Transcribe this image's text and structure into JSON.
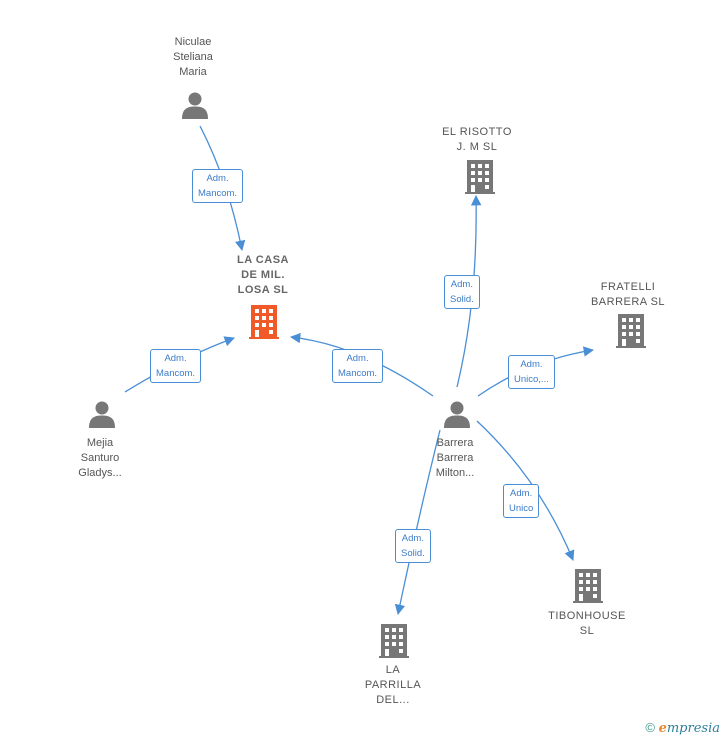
{
  "colors": {
    "edge": "#4a8fd6",
    "node": "#777777",
    "focus": "#f05a28"
  },
  "nodes": {
    "niculae": {
      "label": "Niculae\nSteliana\nMaria",
      "icon": "person-icon"
    },
    "la_casa": {
      "label": "LA CASA\nDE MIL.\nLOSA  SL",
      "icon": "building-icon"
    },
    "el_risotto": {
      "label": "EL RISOTTO\nJ.  M SL",
      "icon": "building-icon"
    },
    "fratelli": {
      "label": "FRATELLI\nBARRERA SL",
      "icon": "building-icon"
    },
    "mejia": {
      "label": "Mejia\nSanturo\nGladys...",
      "icon": "person-icon"
    },
    "barrera": {
      "label": "Barrera\nBarrera\nMilton...",
      "icon": "person-icon"
    },
    "tibonhouse": {
      "label": "TIBONHOUSE\nSL",
      "icon": "building-icon"
    },
    "la_parrilla": {
      "label": "LA\nPARRILLA\nDEL...",
      "icon": "building-icon"
    }
  },
  "edges": {
    "niculae_lacasa": "Adm.\nMancom.",
    "mejia_lacasa": "Adm.\nMancom.",
    "barrera_lacasa": "Adm.\nMancom.",
    "barrera_risotto": "Adm.\nSolid.",
    "barrera_fratelli": "Adm.\nUnico,...",
    "barrera_tibon": "Adm.\nUnico",
    "barrera_parrilla": "Adm.\nSolid."
  },
  "footer": {
    "copyright": "©",
    "brand_first": "e",
    "brand_rest": "mpresia"
  }
}
